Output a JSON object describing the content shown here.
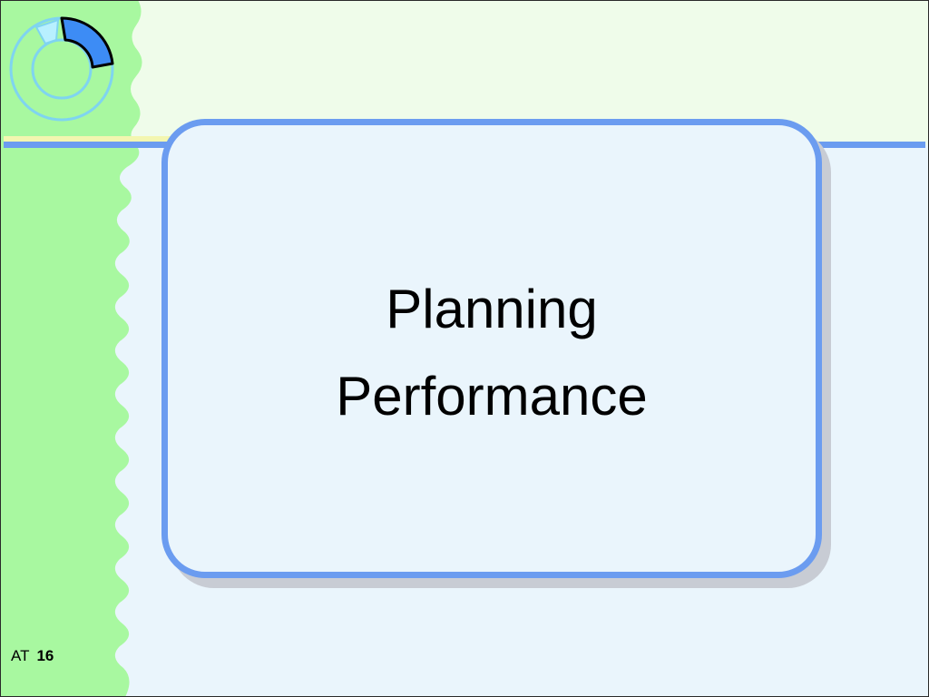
{
  "slide": {
    "title_lines": [
      "Planning",
      "Performance"
    ],
    "footer": {
      "label": "AT",
      "page_number": "16"
    }
  },
  "colors": {
    "accent_blue": "#6b9cf0",
    "logo_blue": "#3d8cf5",
    "strip_green": "#a8f8a0",
    "band_green": "#effcea",
    "panel_bg": "#eaf5fc",
    "rule_yellow": "#f3f6b0"
  },
  "icons": {
    "logo": "cycle-ring-icon"
  }
}
